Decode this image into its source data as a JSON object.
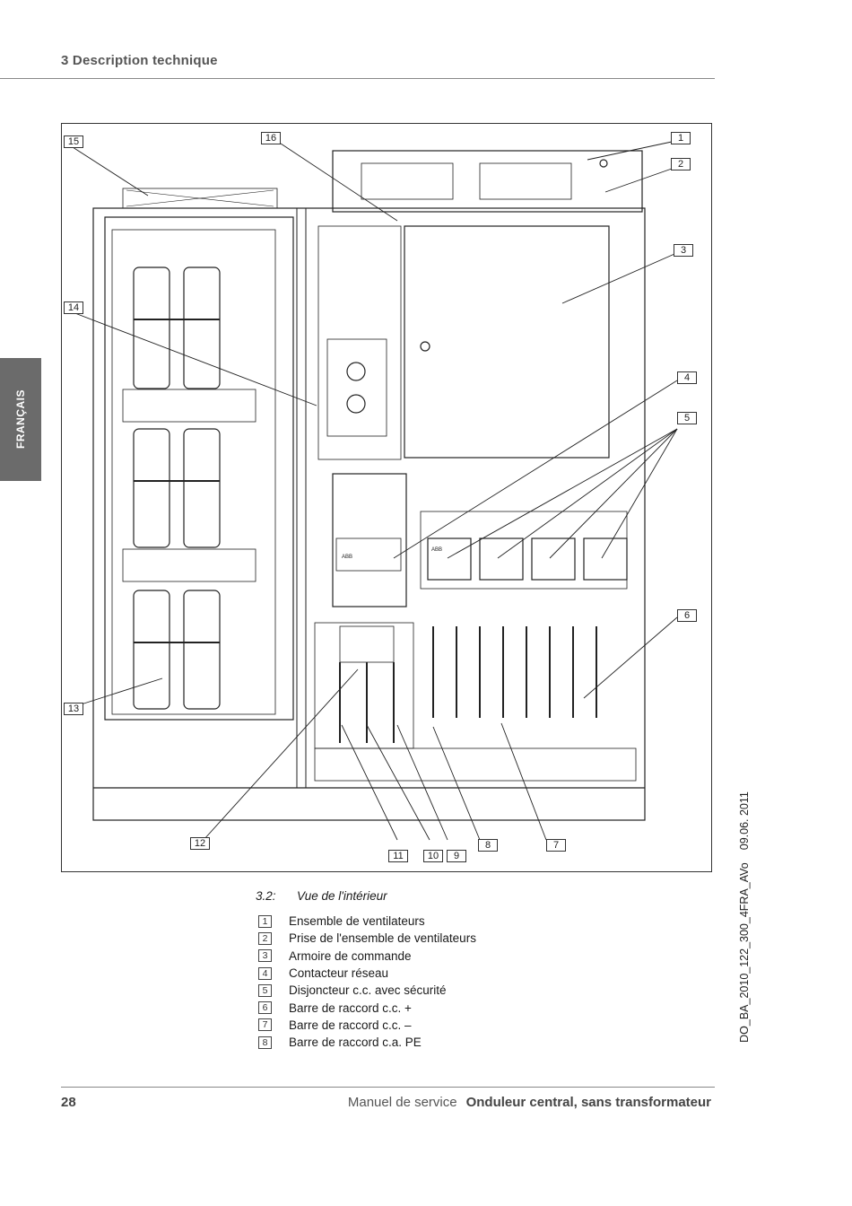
{
  "header": {
    "title": "3 Description technique"
  },
  "side_tab": {
    "label": "FRANÇAIS"
  },
  "figure": {
    "callouts": [
      "1",
      "2",
      "3",
      "4",
      "5",
      "6",
      "7",
      "8",
      "9",
      "10",
      "11",
      "12",
      "13",
      "14",
      "15",
      "16"
    ],
    "component_labels": {
      "contactor_brand": "ABB",
      "breaker_brand": "ABB"
    },
    "caption_number": "3.2:",
    "caption_text": "Vue de l'intérieur"
  },
  "legend": [
    {
      "num": "1",
      "label": "Ensemble de ventilateurs"
    },
    {
      "num": "2",
      "label": "Prise de l'ensemble de ventilateurs"
    },
    {
      "num": "3",
      "label": "Armoire de commande"
    },
    {
      "num": "4",
      "label": "Contacteur réseau"
    },
    {
      "num": "5",
      "label": "Disjoncteur c.c. avec sécurité"
    },
    {
      "num": "6",
      "label": "Barre de raccord c.c. +"
    },
    {
      "num": "7",
      "label": "Barre de raccord c.c. –"
    },
    {
      "num": "8",
      "label": "Barre de raccord c.a. PE"
    }
  ],
  "doc_ref": {
    "code": "DO_BA_2010_122_300_4FRA_AVo",
    "date": "09.06. 2011"
  },
  "footer": {
    "page": "28",
    "manual": "Manuel de service",
    "product": "Onduleur central, sans transformateur"
  }
}
